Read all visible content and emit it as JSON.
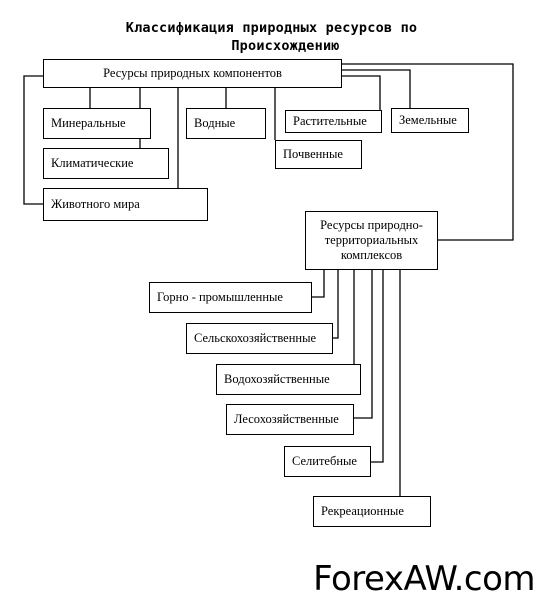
{
  "title": {
    "line1": "Классификация природных ресурсов по",
    "line2": "Происхождению"
  },
  "nodes": {
    "natural_components": "Ресурсы природных компонентов",
    "mineral": "Минеральные",
    "climatic": "Климатические",
    "animal": "Животного мира",
    "water": "Водные",
    "vegetable": "Растительные",
    "land": "Земельные",
    "soil": "Почвенные",
    "territorial_complexes": {
      "line1": "Ресурсы природно-",
      "line2": "территориальных",
      "line3": "комплексов"
    },
    "mining": "Горно - промышленные",
    "agricultural": "Сельскохозяйственные",
    "water_economic": "Водохозяйственные",
    "forestry": "Лесохозяйственные",
    "residential": "Селитебные",
    "recreational": "Рекреационные"
  },
  "watermark": "ForexAW.com"
}
